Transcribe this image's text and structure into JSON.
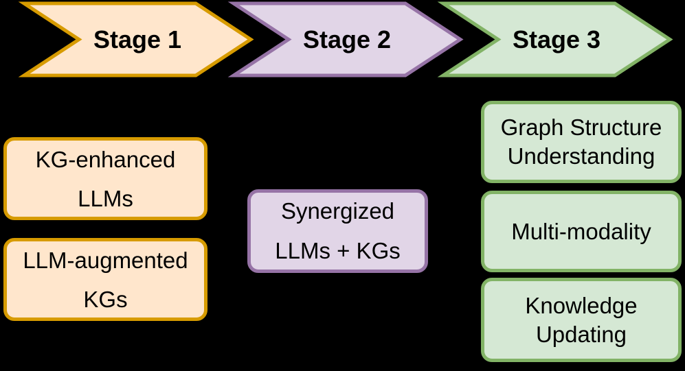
{
  "canvas": {
    "background": "#000000",
    "text_color": "#000000"
  },
  "stages": [
    {
      "label": "Stage 1",
      "fill": "#FFE6CC",
      "stroke": "#D79B00"
    },
    {
      "label": "Stage 2",
      "fill": "#E1D5E7",
      "stroke": "#9673A6"
    },
    {
      "label": "Stage 3",
      "fill": "#D5E8D4",
      "stroke": "#82B366"
    }
  ],
  "boxes": {
    "stage1": [
      {
        "lines": [
          "KG-enhanced",
          "LLMs"
        ]
      },
      {
        "lines": [
          "LLM-augmented",
          "KGs"
        ]
      }
    ],
    "stage2": [
      {
        "lines": [
          "Synergized",
          "LLMs + KGs"
        ]
      }
    ],
    "stage3": [
      {
        "lines": [
          "Graph Structure",
          "Understanding"
        ]
      },
      {
        "lines": [
          "Multi-modality"
        ]
      },
      {
        "lines": [
          "Knowledge",
          "Updating"
        ]
      }
    ]
  }
}
